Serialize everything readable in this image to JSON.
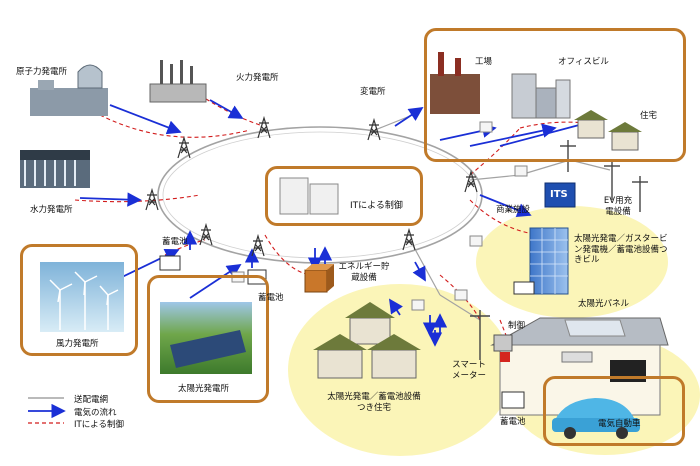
{
  "labels": {
    "nuclear": "原子力発電所",
    "thermal": "火力発電所",
    "hydro": "水力発電所",
    "wind": "風力発電所",
    "solar_plant": "太陽光発電所",
    "substation": "変電所",
    "factory": "工場",
    "office": "オフィスビル",
    "house": "住宅",
    "ev_charger": "EV用充電設備",
    "commercial": "商業施設",
    "it_control": "ITによる制御",
    "storage_top": "蓄電池",
    "storage_mid": "蓄電池",
    "storage_bottom": "蓄電池",
    "energy_storage": "エネルギー貯蔵設備",
    "solar_gas_building": "太陽光発電／ガスタービン発電機／蓄電池設備つきビル",
    "solar_panel": "太陽光パネル",
    "control": "制御",
    "smart_meter": "スマートメーター",
    "solar_houses": "太陽光発電／蓄電池設備つき住宅",
    "ev": "電気自動車",
    "sign_text": "ITS"
  },
  "legend": {
    "transmission": "送配電網",
    "power_flow": "電気の流れ",
    "it_control": "ITによる制御"
  },
  "colors": {
    "highlight_frame": "#c07a2a",
    "power_flow": "#1a2fd6",
    "it_control_line": "#d21c1c",
    "grid_line": "#9a9a9a",
    "bubble": "#fbf5b8"
  }
}
